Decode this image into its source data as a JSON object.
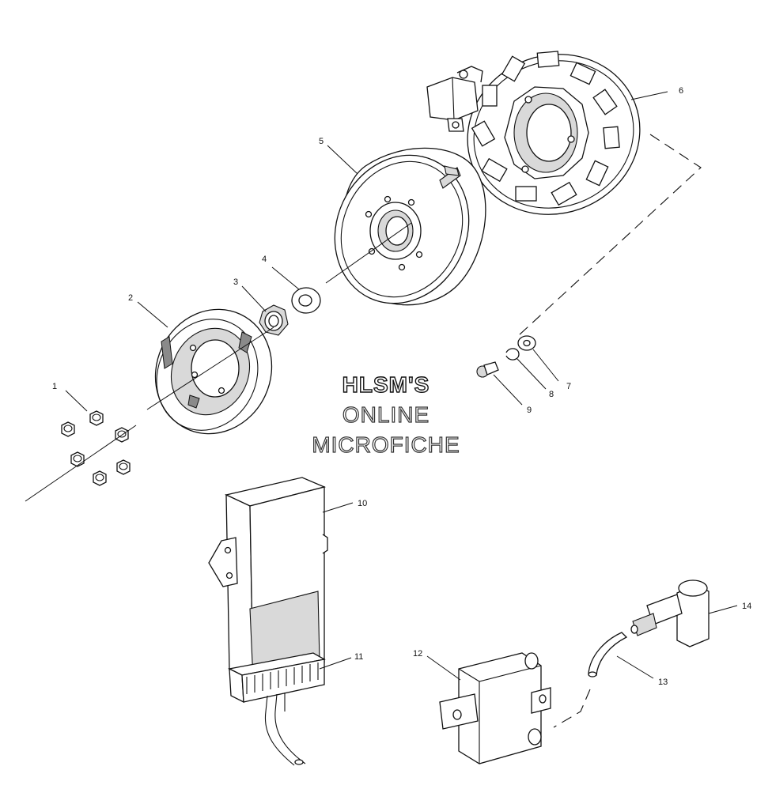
{
  "watermark": {
    "line1": "HLSM'S",
    "line2": "ONLINE",
    "line3": "MICROFICHE"
  },
  "callouts": [
    "1",
    "2",
    "3",
    "4",
    "5",
    "6",
    "7",
    "8",
    "9",
    "10",
    "11",
    "12",
    "13",
    "14"
  ]
}
